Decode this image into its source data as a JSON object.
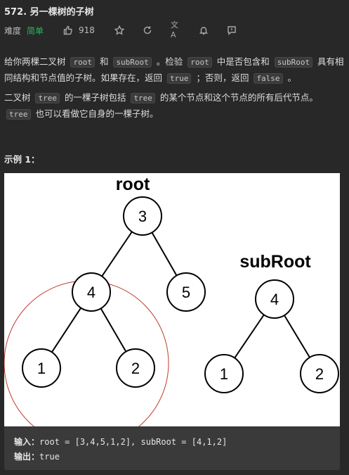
{
  "problem": {
    "title": "572. 另一棵树的子树"
  },
  "meta": {
    "difficulty_label": "难度",
    "difficulty_value": "简单",
    "likes": "918",
    "icons": [
      "thumbs-up-icon",
      "star-icon",
      "refresh-icon",
      "translate-icon",
      "bell-icon",
      "feedback-icon"
    ],
    "translate_glyph": "文A"
  },
  "description": {
    "p1": [
      {
        "t": "给你两棵二叉树 "
      },
      {
        "c": "root"
      },
      {
        "t": " 和 "
      },
      {
        "c": "subRoot"
      },
      {
        "t": " 。检验 "
      },
      {
        "c": "root"
      },
      {
        "t": " 中是否包含和 "
      },
      {
        "c": "subRoot"
      },
      {
        "t": " 具有相同结构和节点值的子树。如果存在，返回 "
      },
      {
        "c": "true"
      },
      {
        "t": " ；否则，返回 "
      },
      {
        "c": "false"
      },
      {
        "t": " 。"
      }
    ],
    "p2": [
      {
        "t": "二叉树 "
      },
      {
        "c": "tree"
      },
      {
        "t": " 的一棵子树包括 "
      },
      {
        "c": "tree"
      },
      {
        "t": " 的某个节点和这个节点的所有后代节点。"
      },
      {
        "c": "tree"
      },
      {
        "t": " 也可以看做它自身的一棵子树。"
      }
    ]
  },
  "example": {
    "title": "示例 1：",
    "figure": {
      "root_label": "root",
      "subroot_label": "subRoot",
      "root_tree": [
        "3",
        "4",
        "5",
        "1",
        "2"
      ],
      "sub_tree": [
        "4",
        "1",
        "2"
      ],
      "node_fill": "#ffffff",
      "node_stroke": "#000000",
      "highlight_color": "#c0392b"
    },
    "input_label": "输入：",
    "input_value": "root = [3,4,5,1,2], subRoot = [4,1,2]",
    "output_label": "输出：",
    "output_value": "true"
  },
  "colors": {
    "background": "#282828",
    "easy": "#2db55d",
    "code_bg": "#3b3b3b"
  }
}
